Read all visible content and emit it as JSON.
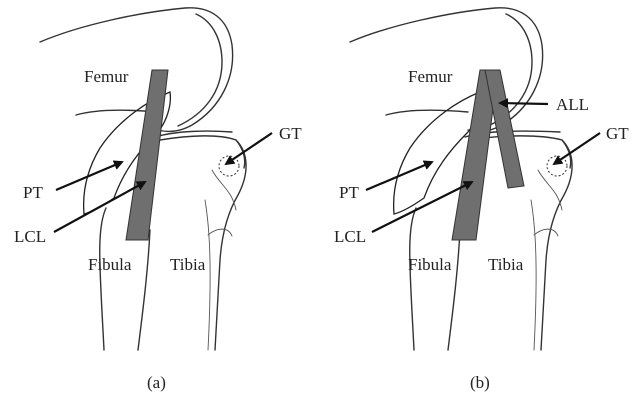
{
  "panel_a": {
    "caption": "(a)",
    "labels": {
      "femur": "Femur",
      "gt": "GT",
      "pt": "PT",
      "lcl": "LCL",
      "fibula": "Fibula",
      "tibia": "Tibia"
    }
  },
  "panel_b": {
    "caption": "(b)",
    "labels": {
      "femur": "Femur",
      "all": "ALL",
      "gt": "GT",
      "pt": "PT",
      "lcl": "LCL",
      "fibula": "Fibula",
      "tibia": "Tibia"
    }
  },
  "colors": {
    "ligament": "#6f6f6f",
    "outline": "#333333",
    "arrow": "#111111"
  }
}
